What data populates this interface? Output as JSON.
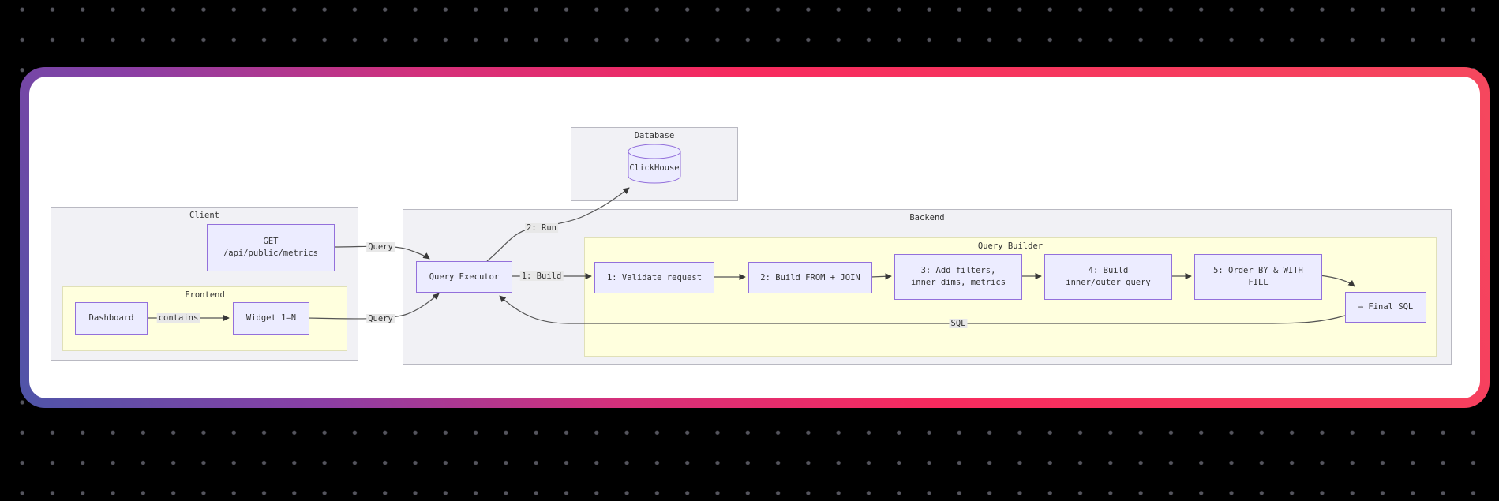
{
  "colors": {
    "page_bg": "#000000",
    "dot": "#55555e",
    "card_bg": "#ffffff",
    "gradient_start": "#4e55a8",
    "gradient_mid1": "#8a3fa5",
    "gradient_mid2": "#d4307b",
    "gradient_end": "#f72a5e",
    "gradient_end2": "#f5485e",
    "node_fill": "#ececff",
    "node_border": "#9370db",
    "cluster_gray_fill": "#f1f1f5",
    "cluster_gray_border": "#b9b9c2",
    "cluster_yellow_fill": "#ffffde",
    "cluster_yellow_border": "#e0e0b8",
    "edge": "#555555",
    "edge_label_bg": "#e8e8e8",
    "text": "#333333"
  },
  "diagram": {
    "clusters": {
      "database": {
        "label": "Database"
      },
      "client": {
        "label": "Client"
      },
      "frontend": {
        "label": "Frontend"
      },
      "backend": {
        "label": "Backend"
      },
      "query_builder": {
        "label": "Query Builder"
      }
    },
    "nodes": {
      "clickhouse": {
        "label": "ClickHouse"
      },
      "get_endpoint": {
        "line1": "GET",
        "line2": "/api/public/metrics"
      },
      "dashboard": {
        "label": "Dashboard"
      },
      "widget": {
        "label": "Widget 1–N"
      },
      "query_executor": {
        "label": "Query Executor"
      },
      "step1": {
        "label": "1: Validate request"
      },
      "step2": {
        "label": "2: Build FROM + JOIN"
      },
      "step3": {
        "line1": "3: Add filters,",
        "line2": "inner dims, metrics"
      },
      "step4": {
        "line1": "4: Build",
        "line2": "inner/outer query"
      },
      "step5": {
        "line1": "5: Order BY & WITH",
        "line2": "FILL"
      },
      "final_sql": {
        "label": "→ Final SQL"
      }
    },
    "edge_labels": {
      "query_top": "Query",
      "query_bottom": "Query",
      "contains": "contains",
      "run": "2: Run",
      "build": "1: Build",
      "sql": "SQL"
    }
  }
}
